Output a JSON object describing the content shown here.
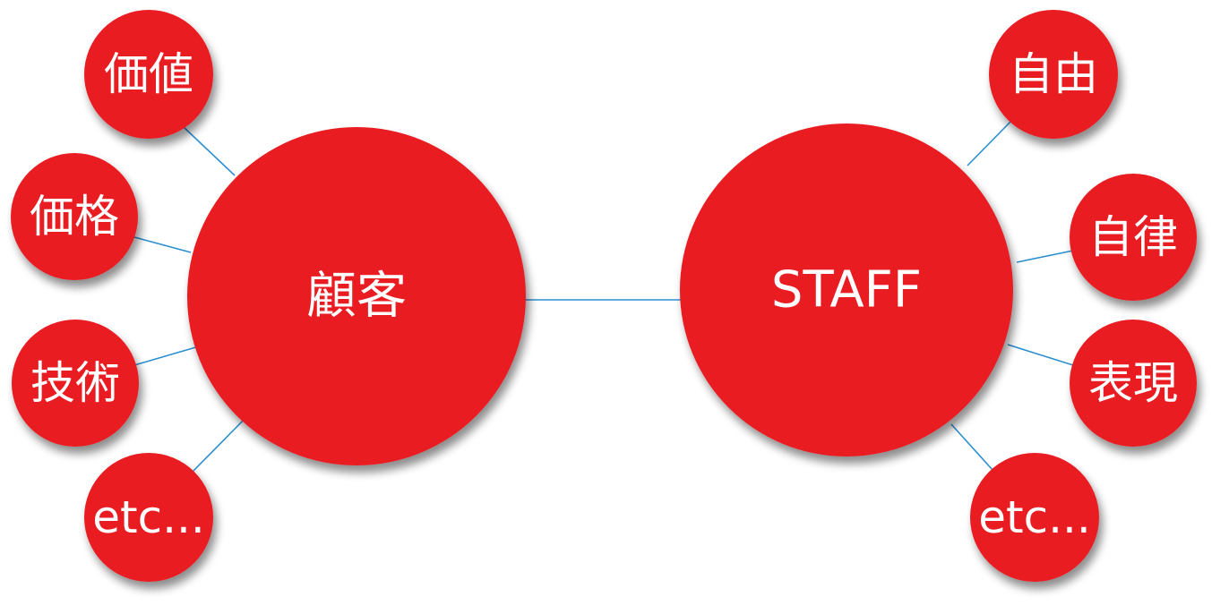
{
  "diagram": {
    "accent_color": "#e91c24",
    "connector_color": "#2a8fd0",
    "hubs": {
      "customer": {
        "label": "顧客"
      },
      "staff": {
        "label": "STAFF"
      }
    },
    "customer_branches": [
      {
        "label": "価値"
      },
      {
        "label": "価格"
      },
      {
        "label": "技術"
      },
      {
        "label": "etc..."
      }
    ],
    "staff_branches": [
      {
        "label": "自由"
      },
      {
        "label": "自律"
      },
      {
        "label": "表現"
      },
      {
        "label": "etc..."
      }
    ]
  }
}
